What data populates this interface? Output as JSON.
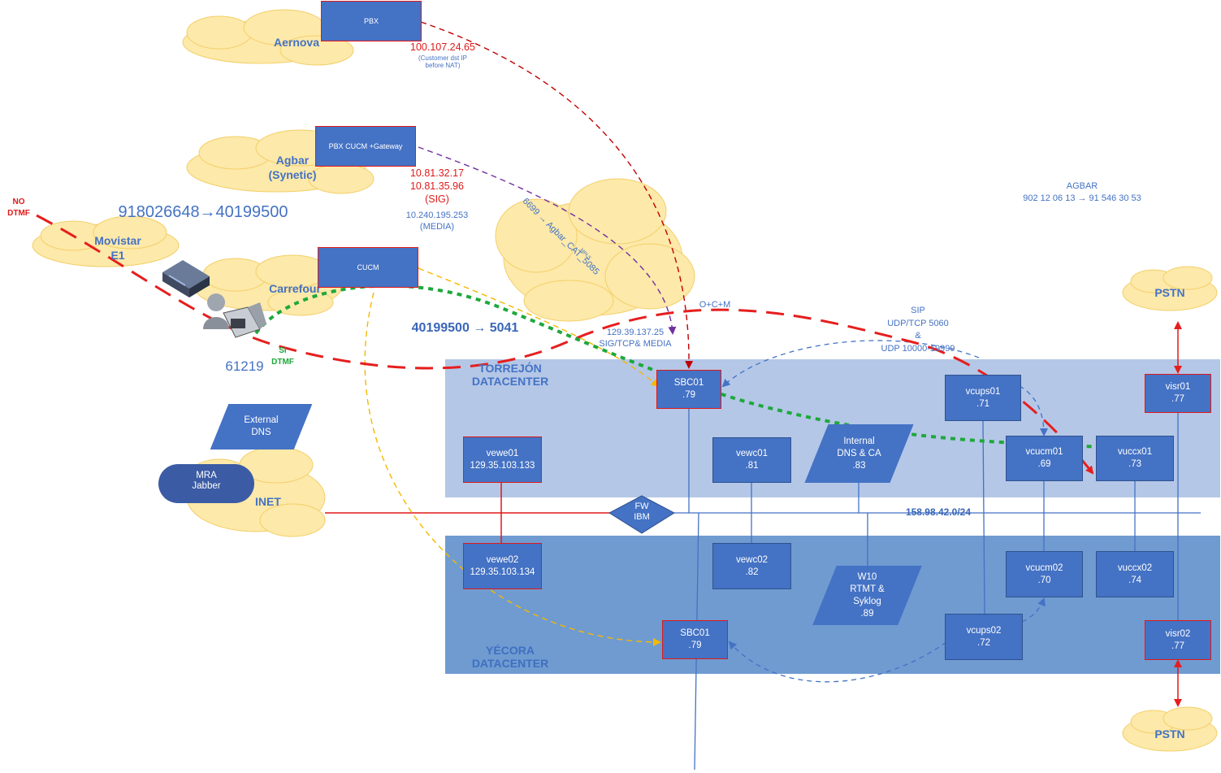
{
  "datacenters": {
    "torrejon": "TORREJÓN\nDATACENTER",
    "yecora": "YÉCORA\nDATACENTER"
  },
  "clouds": {
    "aernova": "Aernova",
    "agbar": "Agbar\n(Synetic)",
    "movistar": "Movistar\nE1",
    "carrefour": "Carrefour",
    "inet": "INET",
    "pstn_top": "PSTN",
    "pstn_bottom": "PSTN"
  },
  "nodes": {
    "pbx": "PBX",
    "pbx_cucm_gw": "PBX CUCM +Gateway",
    "cucm": "CUCM",
    "sbc01_t": "SBC01\n.79",
    "sbc01_y": "SBC01\n.79",
    "vewe01": "vewe01\n129.35.103.133",
    "vewe02": "vewe02\n129.35.103.134",
    "vewc01": "vewc01\n.81",
    "vewc02": "vewc02\n.82",
    "vcups01": "vcups01\n.71",
    "vcups02": "vcups02\n.72",
    "vcucm01": "vcucm01\n.69",
    "vcucm02": "vcucm02\n.70",
    "vuccx01": "vuccx01\n.73",
    "vuccx02": "vuccx02\n.74",
    "visr01": "visr01\n.77",
    "visr02": "visr02\n.77",
    "internal_dns": "Internal\nDNS & CA\n.83",
    "w10": "W10\nRTMT &\nSyklog\n.89",
    "external_dns": "External\nDNS",
    "mra_jabber": "MRA\nJabber",
    "fw_ibm": "FW\nIBM"
  },
  "labels": {
    "aernova_ip": "100.107.24.65",
    "aernova_note": "(Customer dst IP\nbefore NAT)",
    "agbar_ips": "10.81.32.17\n10.81.35.96\n(SIG)",
    "agbar_media": "10.240.195.253\n(MEDIA)",
    "agbar_number": "AGBAR\n902 12 06 13 → 91 546 30 53",
    "movistar_number": "918026648→40199500",
    "no_dtmf": "NO\nDTMF",
    "si_dtmf": "SI\nDTMF",
    "ext_61219": "61219",
    "carrefour_number": "40199500 → 5041",
    "sig_ip": "129.39.137.25\nSIG/TCP& MEDIA",
    "ocm": "O+C+M",
    "sip_ports": "SIP\nUDP/TCP 5060\n&\nUDP 10000-19999",
    "subnet": "158.98.42.0/24",
    "agbar_route": "6699 → Agbar_CAT_5085",
    "mpls": "MPLS"
  },
  "colors": {
    "box_fill": "#4472c4",
    "box_border_red": "#e01919",
    "cloud_fill": "#fde9a9",
    "torrejon_bg": "#b4c7e7",
    "yecora_bg": "#6f9bd1",
    "red_dash": "#e61e1e",
    "green_dot": "#1ea83c",
    "orange_dash": "#f5b800",
    "purple_dash": "#7030a0",
    "darkred_dash": "#c00000",
    "blue_dash": "#4472c4"
  }
}
